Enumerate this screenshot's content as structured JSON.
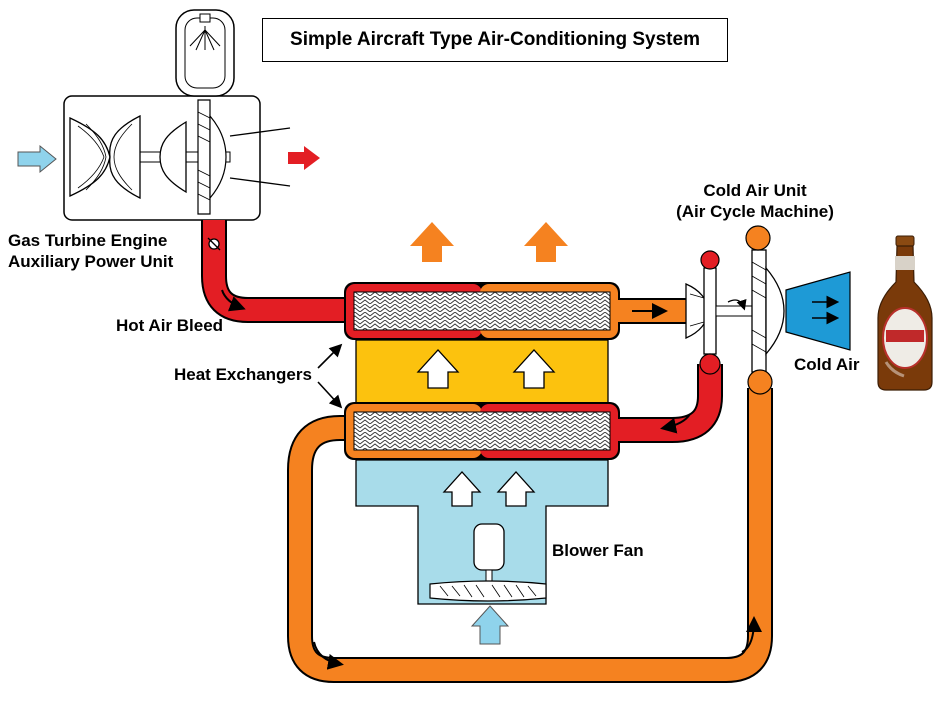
{
  "title": "Simple Aircraft Type Air-Conditioning System",
  "labels": {
    "apu_line1": "Gas Turbine Engine",
    "apu_line2": "Auxiliary Power Unit",
    "hot_air_bleed": "Hot Air Bleed",
    "heat_exchangers": "Heat Exchangers",
    "cold_air_unit_line1": "Cold Air Unit",
    "cold_air_unit_line2": "(Air Cycle Machine)",
    "cold_air": "Cold Air",
    "blower_fan": "Blower Fan"
  },
  "colors": {
    "hot": "#e31e24",
    "warm": "#f58220",
    "yellow": "#fcc20e",
    "cool": "#a8dcea",
    "cold": "#1e9ad6",
    "intake_arrow": "#8fd3ec"
  },
  "icons": [
    "beer-bottle-icon",
    "intake-arrow-icon",
    "exhaust-arrow-icon",
    "flow-arrow-icon"
  ]
}
